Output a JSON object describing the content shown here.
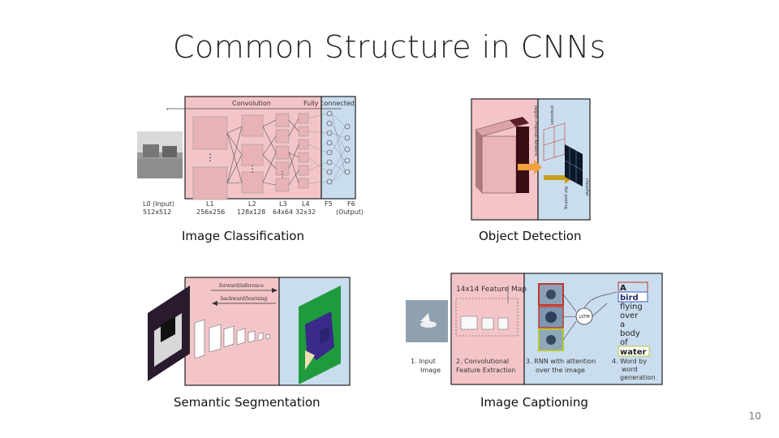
{
  "slide": {
    "title": "Common Structure in CNNs",
    "page_number": "10"
  },
  "captions": {
    "classification": "Image Classification",
    "detection": "Object Detection",
    "segmentation": "Semantic Segmentation",
    "captioning": "Image Captioning"
  },
  "classification": {
    "convolution": "Convolution",
    "fully_connected": "Fully connected",
    "l0": "L0 (Input)",
    "l0_size": "512x512",
    "l1": "L1",
    "l1_size": "256x256",
    "l2": "L2",
    "l2_size": "128x128",
    "l3": "L3",
    "l3_size": "64x64",
    "l4": "L4",
    "l4_size": "32x32",
    "f5": "F5",
    "f6": "F6",
    "f6_sub": "(Output)"
  },
  "segmentation": {
    "forward": "forward/inference",
    "backward": "backward/learning"
  },
  "captioning": {
    "feature_map": "14x14 Feature Map",
    "lstm": "LSTM",
    "step1": "1. Input",
    "step1b": "Image",
    "step2": "2. Convolutional",
    "step2b": "Feature Extraction",
    "step3": "3. RNN with attention",
    "step3b": "over the image",
    "step4": "4. Word by",
    "step4b": "word",
    "step4c": "generation",
    "words": [
      "A",
      "bird",
      "flying",
      "over",
      "a",
      "body",
      "of",
      "water"
    ]
  },
  "colors": {
    "pink": "#f4c5c8",
    "blue": "#c9ddef",
    "border": "#222222"
  }
}
